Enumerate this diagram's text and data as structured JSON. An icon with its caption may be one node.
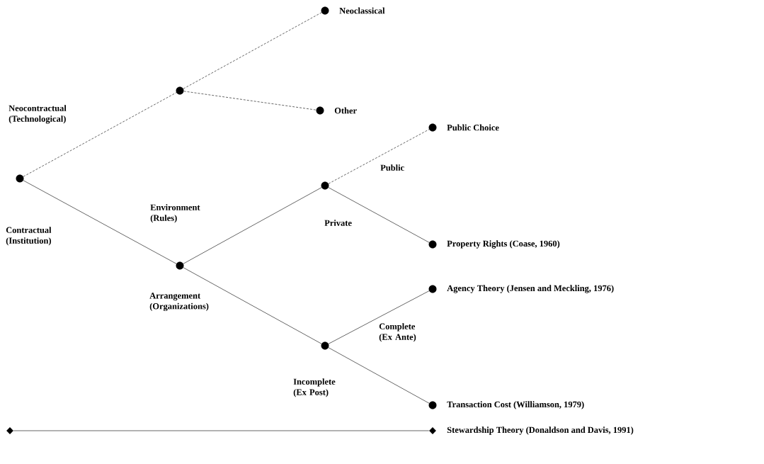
{
  "diagram": {
    "nodes": [
      {
        "text": [],
        "shape": "circle"
      },
      {
        "text": [],
        "shape": "circle"
      },
      {
        "text": [],
        "shape": "circle",
        "beside": [
          "Neoclassical"
        ]
      },
      {
        "text": [],
        "shape": "circle",
        "beside": [
          "Other"
        ]
      },
      {
        "text": [],
        "shape": "circle"
      },
      {
        "text": [],
        "shape": "circle"
      },
      {
        "text": [],
        "shape": "circle",
        "beside": [
          "Public Choice"
        ]
      },
      {
        "text": [],
        "shape": "circle",
        "beside": [
          "Property Rights (Coase, 1960)"
        ]
      },
      {
        "text": [],
        "shape": "circle"
      },
      {
        "text": [],
        "shape": "circle",
        "beside": [
          "Agency Theory (Jensen and Meckling, 1976)"
        ]
      },
      {
        "text": [],
        "shape": "circle",
        "beside": [
          "Transaction Cost (Williamson, 1979)"
        ]
      },
      {
        "text": [],
        "shape": "diamond"
      },
      {
        "text": [],
        "shape": "diamond",
        "beside": [
          "Stewardship Theory (Donaldson and Davis, 1991)"
        ]
      }
    ],
    "edges": [
      {
        "from": 0,
        "to": 1,
        "arrow": "none",
        "style": "dashed",
        "label": "Neocontractual (Technological)"
      },
      {
        "from": 1,
        "to": 2,
        "arrow": "none",
        "style": "dashed"
      },
      {
        "from": 1,
        "to": 3,
        "arrow": "none",
        "style": "dashed"
      },
      {
        "from": 0,
        "to": 4,
        "arrow": "none",
        "label": "Contractual (Institution)"
      },
      {
        "from": 4,
        "to": 5,
        "arrow": "none",
        "label": "Environment (Rules)"
      },
      {
        "from": 4,
        "to": 8,
        "arrow": "none",
        "label": "Arrangement (Organizations)"
      },
      {
        "from": 5,
        "to": 6,
        "arrow": "none",
        "style": "dashed",
        "label": "Public"
      },
      {
        "from": 5,
        "to": 7,
        "arrow": "none",
        "label": "Private"
      },
      {
        "from": 8,
        "to": 9,
        "arrow": "none",
        "label": "Complete (Ex Ante)"
      },
      {
        "from": 8,
        "to": 10,
        "arrow": "none",
        "label": "Incomplete (Ex Post)"
      },
      {
        "from": 11,
        "to": 12,
        "arrow": "none"
      }
    ]
  }
}
